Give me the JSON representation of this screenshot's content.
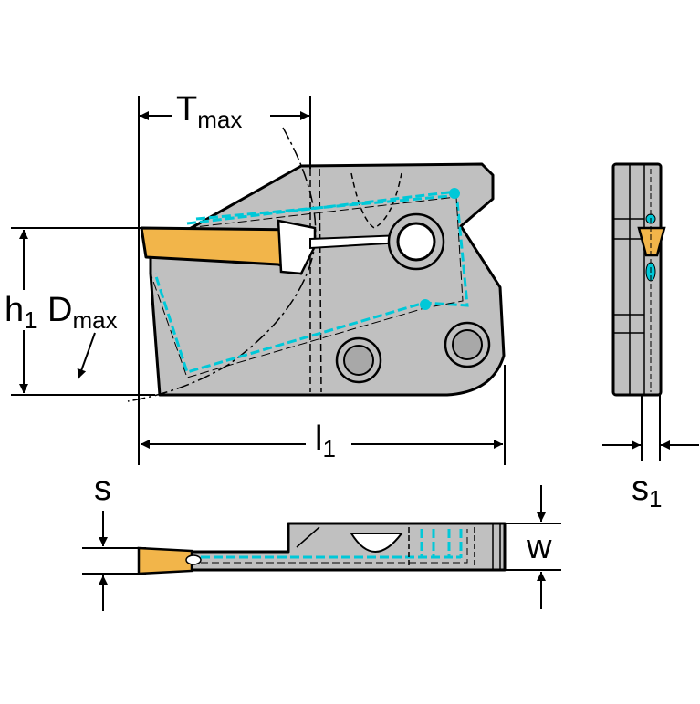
{
  "labels": {
    "t_max": {
      "main": "T",
      "sub": "max"
    },
    "h1": {
      "main": "h",
      "sub": "1"
    },
    "d_max": {
      "main": "D",
      "sub": "max"
    },
    "l1": {
      "main": "l",
      "sub": "1"
    },
    "s": "s",
    "w": "w",
    "s1": {
      "main": "s",
      "sub": "1"
    }
  },
  "colors": {
    "body": "#c0c0c0",
    "body_dark": "#a8a8a8",
    "insert": "#f2b54a",
    "coolant": "#00c8d8",
    "outline": "#000000",
    "background": "#ffffff"
  }
}
